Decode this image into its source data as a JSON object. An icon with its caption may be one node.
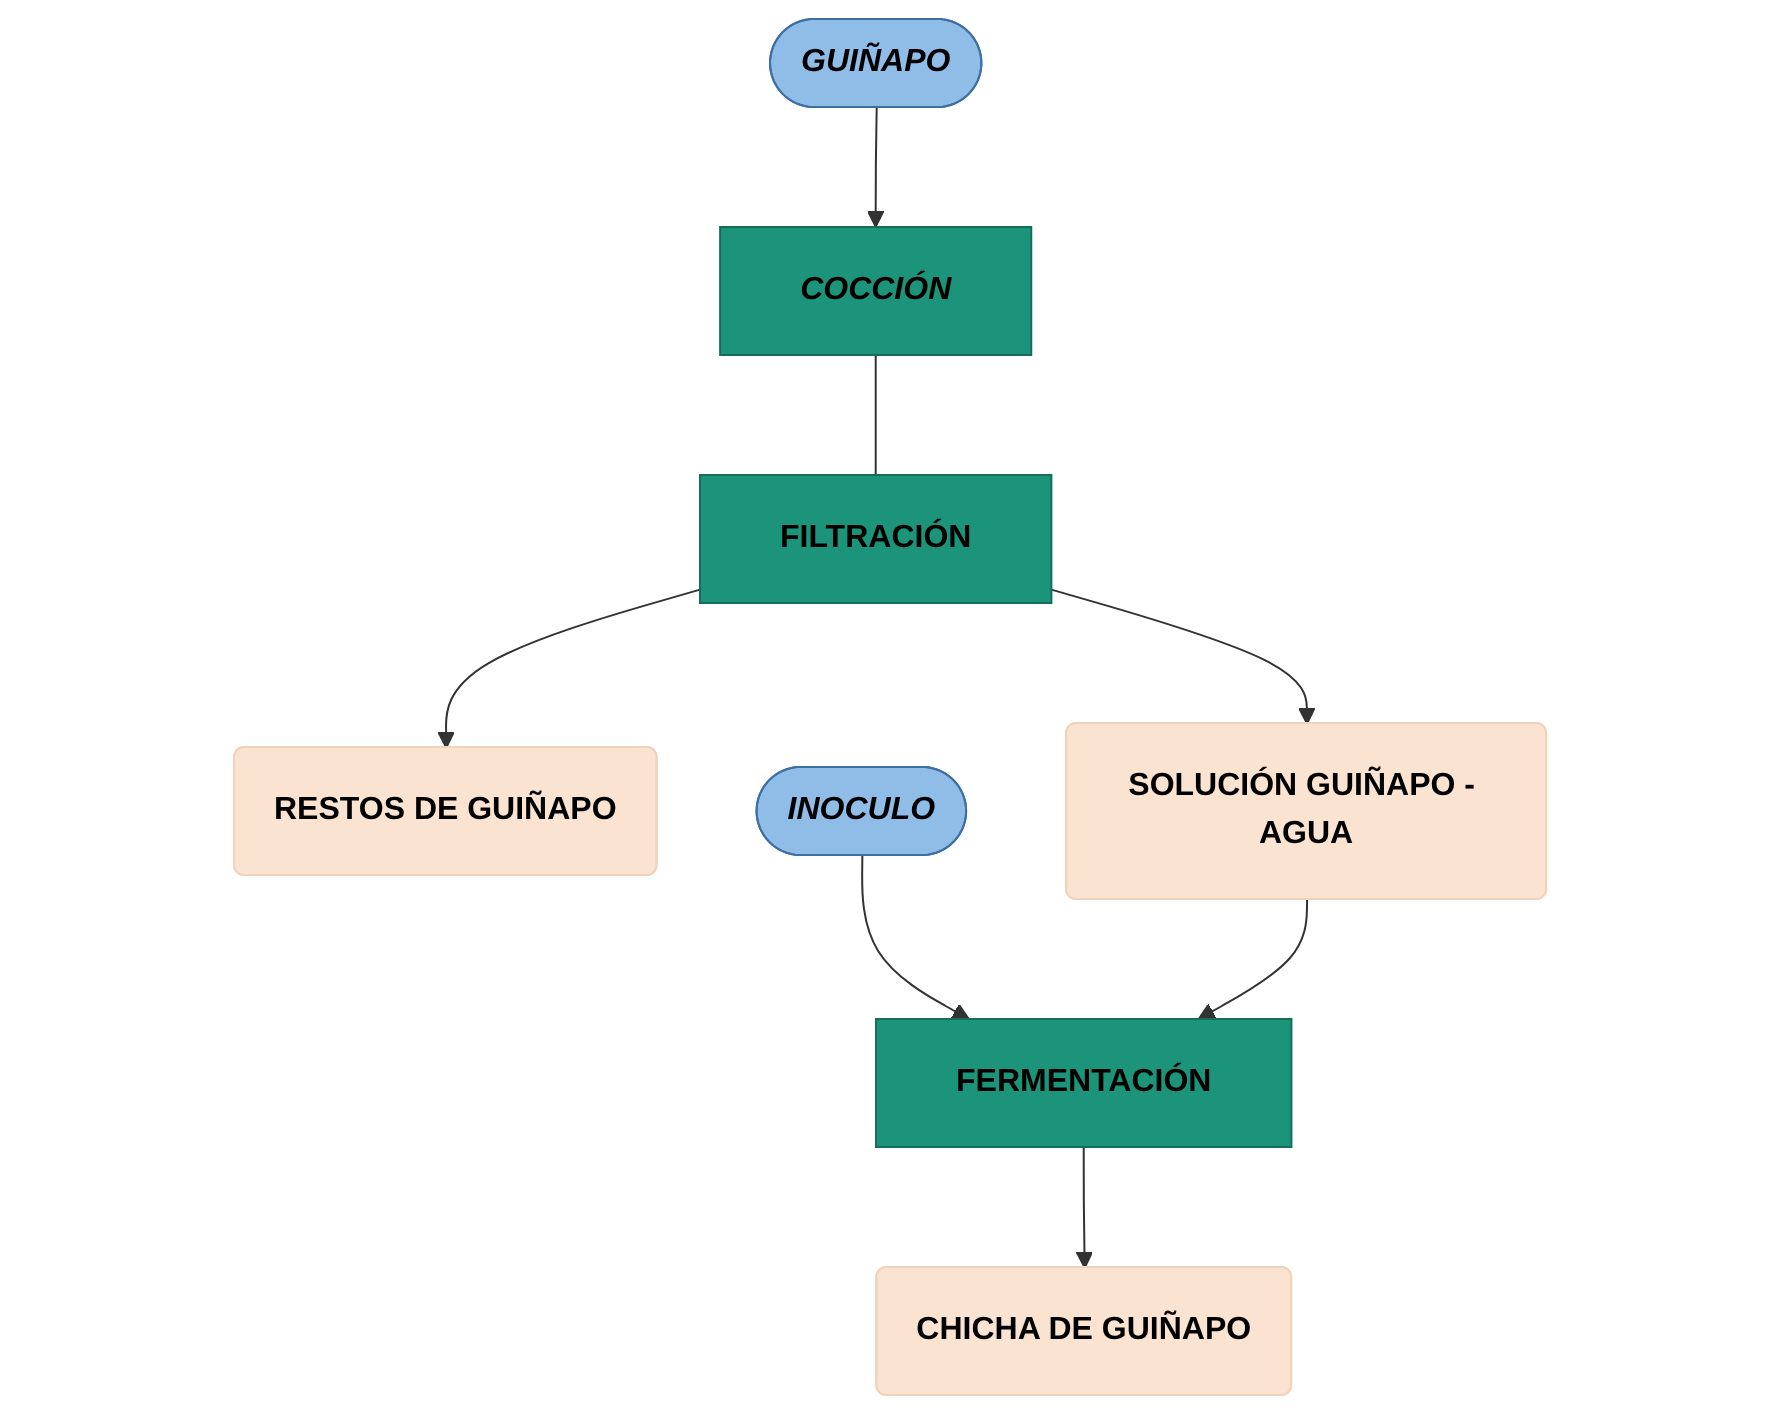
{
  "diagram": {
    "nodes": [
      {
        "text": [
          "GUIÑAPO"
        ]
      },
      {
        "text": [
          "COCCIÓN"
        ]
      },
      {
        "text": [
          "FILTRACIÓN"
        ]
      },
      {
        "text": [
          "RESTOS DE GUIÑAPO"
        ]
      },
      {
        "text": [
          "INOCULO"
        ]
      },
      {
        "text": [
          "SOLUCIÓN GUIÑAPO - AGUA"
        ]
      },
      {
        "text": [
          "FERMENTACIÓN"
        ]
      },
      {
        "text": [
          "CHICHA DE GUIÑAPO"
        ]
      }
    ],
    "edges": [
      {
        "from": 0,
        "to": 1,
        "arrow": "to"
      },
      {
        "from": 1,
        "to": 2,
        "arrow": "none"
      },
      {
        "from": 2,
        "to": 3,
        "arrow": "to"
      },
      {
        "from": 2,
        "to": 5,
        "arrow": "to"
      },
      {
        "from": 4,
        "to": 6,
        "arrow": "to"
      },
      {
        "from": 5,
        "to": 6,
        "arrow": "to"
      },
      {
        "from": 6,
        "to": 7,
        "arrow": "to"
      }
    ]
  }
}
